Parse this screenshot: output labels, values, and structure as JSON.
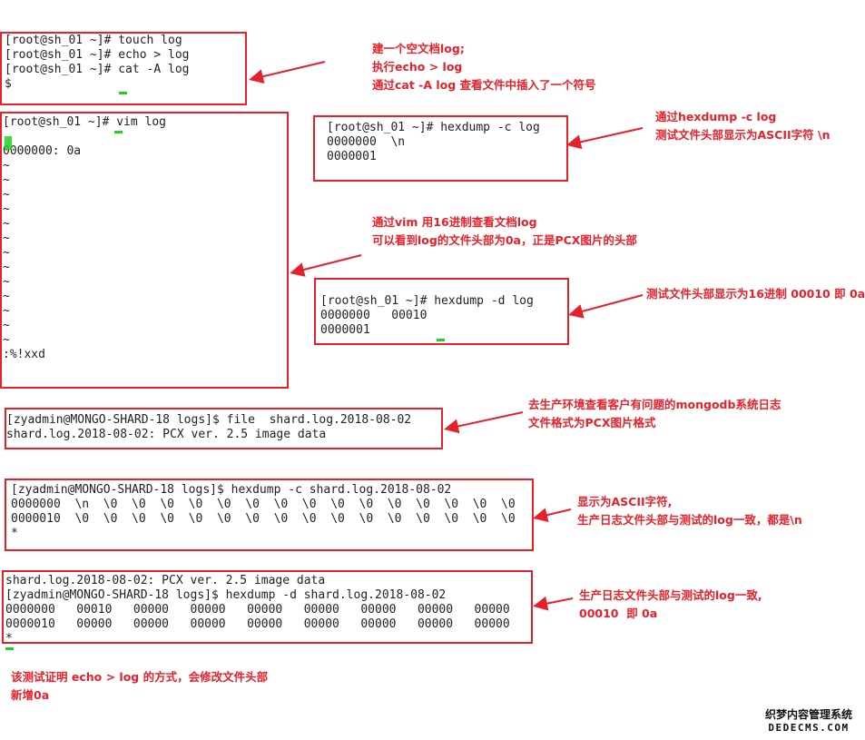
{
  "terminals": {
    "touch": [
      "[root@sh_01 ~]# touch log",
      "[root@sh_01 ~]# echo > log",
      "[root@sh_01 ~]# cat -A log",
      "$"
    ],
    "vim": [
      "[root@sh_01 ~]# vim log",
      "",
      "0000000: 0a",
      "~",
      "~",
      "~",
      "~",
      "~",
      "~",
      "~",
      "~",
      "~",
      "~",
      "~",
      "~",
      "~",
      ":%!xxd"
    ],
    "hexc": [
      "[root@sh_01 ~]# hexdump -c log",
      "0000000  \\n",
      "0000001"
    ],
    "hexd": [
      "[root@sh_01 ~]# hexdump -d log",
      "0000000   00010",
      "0000001"
    ],
    "file": [
      "[zyadmin@MONGO-SHARD-18 logs]$ file  shard.log.2018-08-02",
      "shard.log.2018-08-02: PCX ver. 2.5 image data"
    ],
    "prodc": [
      "[zyadmin@MONGO-SHARD-18 logs]$ hexdump -c shard.log.2018-08-02",
      "0000000  \\n  \\0  \\0  \\0  \\0  \\0  \\0  \\0  \\0  \\0  \\0  \\0  \\0  \\0  \\0  \\0",
      "0000010  \\0  \\0  \\0  \\0  \\0  \\0  \\0  \\0  \\0  \\0  \\0  \\0  \\0  \\0  \\0  \\0",
      "*"
    ],
    "prodd": [
      "shard.log.2018-08-02: PCX ver. 2.5 image data",
      "[zyadmin@MONGO-SHARD-18 logs]$ hexdump -d shard.log.2018-08-02",
      "0000000   00010   00000   00000   00000   00000   00000   00000   00000",
      "0000010   00000   00000   00000   00000   00000   00000   00000   00000",
      "*"
    ]
  },
  "annotations": {
    "touch": [
      "建一个空文档log;",
      "执行echo > log",
      "通过cat -A log 查看文件中插入了一个符号"
    ],
    "hexc": [
      "通过hexdump -c log",
      "测试文件头部显示为ASCII字符 \\n"
    ],
    "vim": [
      "通过vim 用16进制查看文档log",
      "可以看到log的文件头部为0a，正是PCX图片的头部"
    ],
    "hexd": [
      "测试文件头部显示为16进制 00010 即 0a"
    ],
    "file": [
      "去生产环境查看客户有问题的mongodb系统日志",
      "文件格式为PCX图片格式"
    ],
    "prodc": [
      "显示为ASCII字符,",
      "生产日志文件头部与测试的log一致，都是\\n"
    ],
    "prodd": [
      "生产日志文件头部与测试的log一致,",
      "00010  即 0a"
    ],
    "conclusion": [
      "该测试证明 echo > log 的方式，会修改文件头部",
      "新增0a"
    ]
  },
  "watermark": {
    "line1": "织梦内容管理系统",
    "line2": "DEDECMS.COM"
  },
  "colors": {
    "accent": "#e8202a",
    "cursor": "#1fd21f"
  }
}
